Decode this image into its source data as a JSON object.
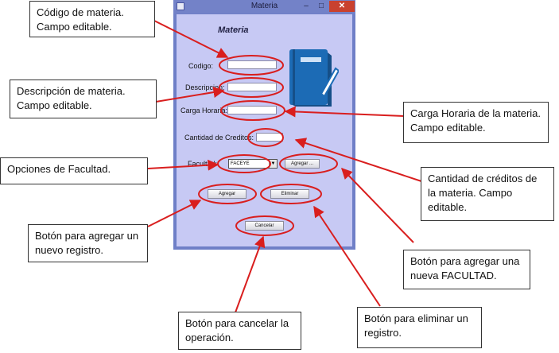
{
  "window": {
    "title": "Materia",
    "close_glyph": "✕",
    "minimize_glyph": "–",
    "maximize_glyph": "□"
  },
  "form": {
    "heading": "Materia",
    "codigo_label": "Codigo:",
    "codigo_value": "",
    "descripcion_label": "Descripcion:",
    "descripcion_value": "",
    "carga_label": "Carga Horaria:",
    "carga_value": "",
    "creditos_label": "Cantidad de Creditos:",
    "creditos_value": "",
    "facultad_label": "Facultad:",
    "facultad_selected": "FACEYE",
    "agregar_facultad_button": "Agregar ...",
    "agregar_button": "Agregar",
    "eliminar_button": "Eliminar",
    "cancelar_button": "Cancelar",
    "book_icon": "book-pencil-icon"
  },
  "annotations": {
    "codigo": "Código de materia. Campo editable.",
    "descripcion": "Descripción de materia. Campo editable.",
    "carga": "Carga Horaria de la materia. Campo editable.",
    "facultad": "Opciones de Facultad.",
    "creditos": "Cantidad de créditos de la materia. Campo editable.",
    "agregar": "Botón para agregar un nuevo registro.",
    "agregar_facultad": "Botón para agregar una nueva FACULTAD.",
    "cancelar": "Botón para cancelar la operación.",
    "eliminar": "Botón para eliminar un registro."
  },
  "colors": {
    "highlight": "#d91e1e",
    "form_background": "#c7c9f4",
    "window_frame": "#6f7fc7",
    "close_button": "#c9412f",
    "book_icon": "#1c6bb5"
  }
}
